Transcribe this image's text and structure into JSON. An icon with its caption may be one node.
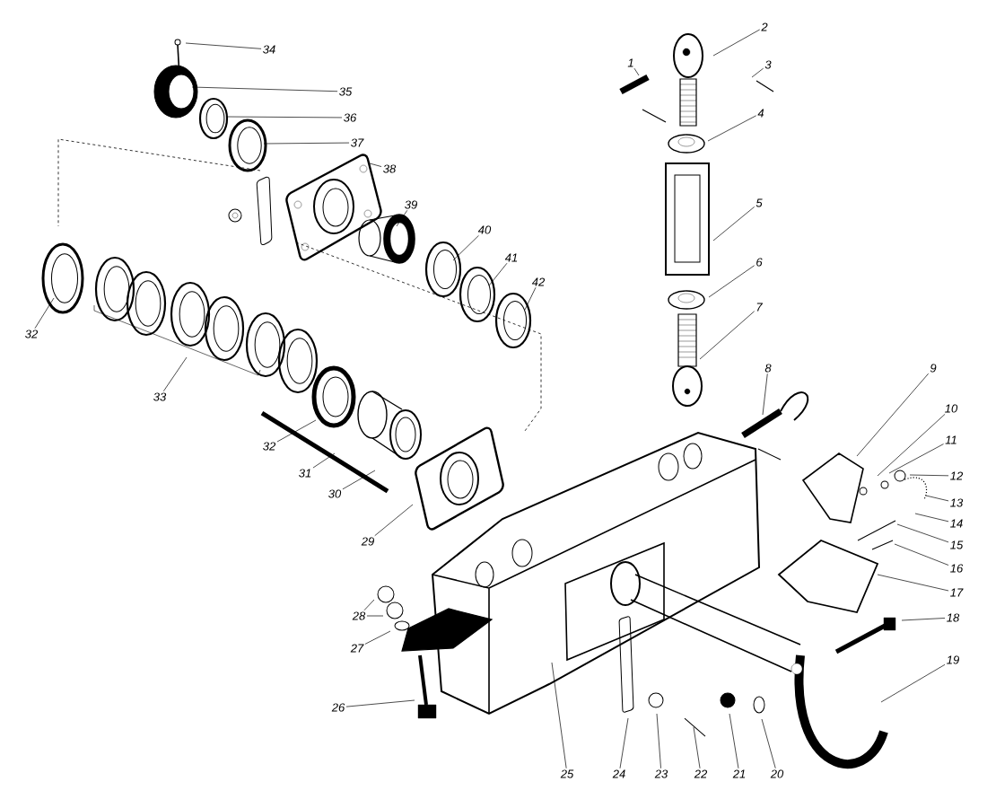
{
  "diagram": {
    "nodes": [
      {
        "text": [
          "1"
        ]
      },
      {
        "text": [
          "2"
        ]
      },
      {
        "text": [
          "3"
        ]
      },
      {
        "text": [
          "4"
        ]
      },
      {
        "text": [
          "5"
        ]
      },
      {
        "text": [
          "6"
        ]
      },
      {
        "text": [
          "7"
        ]
      },
      {
        "text": [
          "8"
        ]
      },
      {
        "text": [
          "9"
        ]
      },
      {
        "text": [
          "10"
        ]
      },
      {
        "text": [
          "11"
        ]
      },
      {
        "text": [
          "12"
        ]
      },
      {
        "text": [
          "13"
        ]
      },
      {
        "text": [
          "14"
        ]
      },
      {
        "text": [
          "15"
        ]
      },
      {
        "text": [
          "16"
        ]
      },
      {
        "text": [
          "17"
        ]
      },
      {
        "text": [
          "18"
        ]
      },
      {
        "text": [
          "19"
        ]
      },
      {
        "text": [
          "20"
        ]
      },
      {
        "text": [
          "21"
        ]
      },
      {
        "text": [
          "22"
        ]
      },
      {
        "text": [
          "23"
        ]
      },
      {
        "text": [
          "24"
        ]
      },
      {
        "text": [
          "25"
        ]
      },
      {
        "text": [
          "26"
        ]
      },
      {
        "text": [
          "27"
        ]
      },
      {
        "text": [
          "28"
        ]
      },
      {
        "text": [
          "29"
        ]
      },
      {
        "text": [
          "30"
        ]
      },
      {
        "text": [
          "31"
        ]
      },
      {
        "text": [
          "32"
        ]
      },
      {
        "text": [
          "33"
        ]
      },
      {
        "text": [
          "34"
        ]
      },
      {
        "text": [
          "35"
        ]
      },
      {
        "text": [
          "36"
        ]
      },
      {
        "text": [
          "37"
        ]
      },
      {
        "text": [
          "38"
        ]
      },
      {
        "text": [
          "39"
        ]
      },
      {
        "text": [
          "40"
        ]
      },
      {
        "text": [
          "41"
        ]
      },
      {
        "text": [
          "42"
        ]
      },
      {
        "text": [
          "32"
        ]
      }
    ],
    "edges": [
      {
        "from": 0,
        "to": null,
        "arrow": "none"
      },
      {
        "from": 1,
        "to": null,
        "arrow": "none"
      },
      {
        "from": 2,
        "to": null,
        "arrow": "none"
      },
      {
        "from": 3,
        "to": null,
        "arrow": "none"
      },
      {
        "from": 4,
        "to": null,
        "arrow": "none"
      },
      {
        "from": 5,
        "to": null,
        "arrow": "none"
      },
      {
        "from": 6,
        "to": null,
        "arrow": "none"
      },
      {
        "from": 7,
        "to": null,
        "arrow": "none"
      },
      {
        "from": 8,
        "to": null,
        "arrow": "none"
      },
      {
        "from": 9,
        "to": null,
        "arrow": "none"
      },
      {
        "from": 10,
        "to": null,
        "arrow": "none"
      },
      {
        "from": 11,
        "to": null,
        "arrow": "none"
      },
      {
        "from": 12,
        "to": null,
        "arrow": "none"
      },
      {
        "from": 13,
        "to": null,
        "arrow": "none"
      },
      {
        "from": 14,
        "to": null,
        "arrow": "none"
      },
      {
        "from": 15,
        "to": null,
        "arrow": "none"
      },
      {
        "from": 16,
        "to": null,
        "arrow": "none"
      },
      {
        "from": 17,
        "to": null,
        "arrow": "none"
      },
      {
        "from": 18,
        "to": null,
        "arrow": "none"
      },
      {
        "from": 19,
        "to": null,
        "arrow": "none"
      },
      {
        "from": 20,
        "to": null,
        "arrow": "none"
      },
      {
        "from": 21,
        "to": null,
        "arrow": "none"
      },
      {
        "from": 22,
        "to": null,
        "arrow": "none"
      },
      {
        "from": 23,
        "to": null,
        "arrow": "none"
      },
      {
        "from": 24,
        "to": null,
        "arrow": "none"
      },
      {
        "from": 25,
        "to": null,
        "arrow": "none"
      },
      {
        "from": 26,
        "to": null,
        "arrow": "none"
      },
      {
        "from": 27,
        "to": null,
        "arrow": "none"
      },
      {
        "from": 27,
        "to": null,
        "arrow": "none"
      },
      {
        "from": 28,
        "to": null,
        "arrow": "none"
      },
      {
        "from": 29,
        "to": null,
        "arrow": "none"
      },
      {
        "from": 30,
        "to": null,
        "arrow": "none"
      },
      {
        "from": 31,
        "to": null,
        "arrow": "none"
      },
      {
        "from": 32,
        "to": null,
        "arrow": "none"
      },
      {
        "from": 33,
        "to": null,
        "arrow": "none"
      },
      {
        "from": 34,
        "to": null,
        "arrow": "none"
      },
      {
        "from": 35,
        "to": null,
        "arrow": "none"
      },
      {
        "from": 36,
        "to": null,
        "arrow": "none"
      },
      {
        "from": 37,
        "to": null,
        "arrow": "none"
      },
      {
        "from": 38,
        "to": null,
        "arrow": "none"
      },
      {
        "from": 39,
        "to": null,
        "arrow": "none"
      },
      {
        "from": 40,
        "to": null,
        "arrow": "none"
      },
      {
        "from": 41,
        "to": null,
        "arrow": "none"
      },
      {
        "from": 42,
        "to": null,
        "arrow": "none"
      }
    ]
  }
}
